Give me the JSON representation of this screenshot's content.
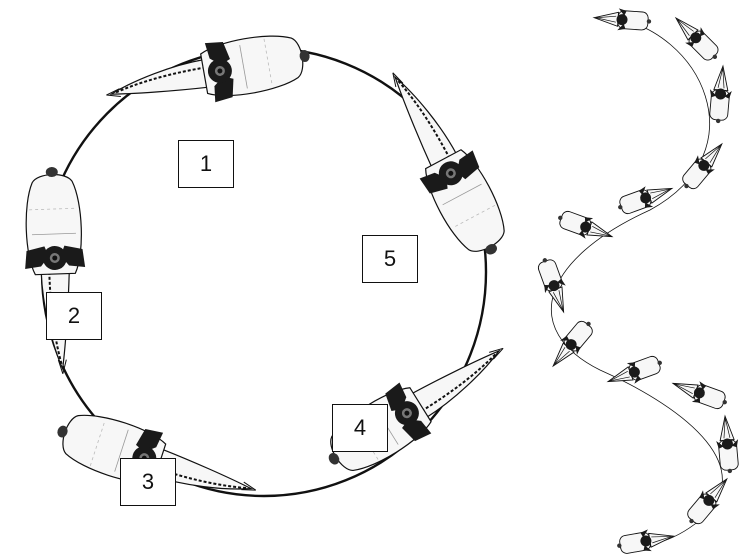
{
  "labels": {
    "one": "1",
    "two": "2",
    "three": "3",
    "four": "4",
    "five": "5"
  },
  "colors": {
    "stroke": "#111111",
    "body_fill": "#f7f7f7",
    "dark": "#1a1a1a",
    "background": "#ffffff"
  },
  "icons": {
    "animal": "swimming-animal-icon"
  }
}
